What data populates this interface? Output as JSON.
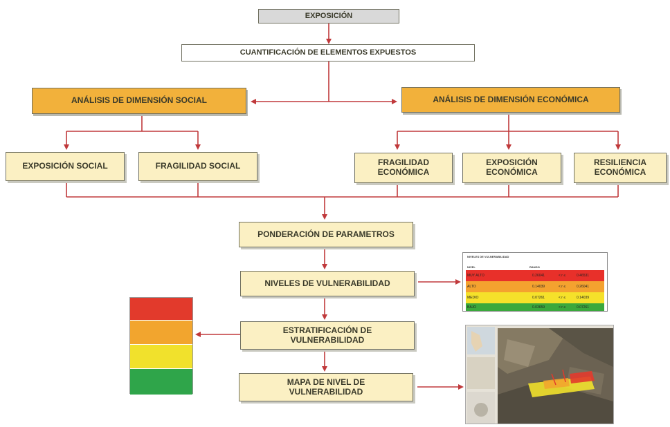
{
  "diagram": {
    "exposicion": "EXPOSICIÓN",
    "cuantificacion": "CUANTIFICACIÓN DE ELEMENTOS EXPUESTOS",
    "dim_social": "ANÁLISIS DE DIMENSIÓN SOCIAL",
    "dim_economica": "ANÁLISIS DE DIMENSIÓN ECONÓMICA",
    "exposicion_social": "EXPOSICIÓN SOCIAL",
    "fragilidad_social": "FRAGILIDAD SOCIAL",
    "fragilidad_economica": "FRAGILIDAD ECONÓMICA",
    "exposicion_economica": "EXPOSICIÓN ECONÓMICA",
    "resiliencia_economica": "RESILIENCIA ECONÓMICA",
    "ponderacion": "PONDERACIÓN DE PARAMETROS",
    "niveles": "NIVELES DE VULNERABILIDAD",
    "estratificacion": "ESTRATIFICACIÓN DE VULNERABILIDAD",
    "mapa": "MAPA DE NIVEL DE VULNERABILIDAD"
  },
  "vulnerability_table": {
    "caption": "NIVELES DE VULNERABILIDAD",
    "col_nivel": "NIVEL",
    "col_rango": "RANGO",
    "rows": [
      {
        "nivel": "MUY ALTO",
        "low": "0.26041",
        "high": "0.46531",
        "color": "#e8302a"
      },
      {
        "nivel": "ALTO",
        "low": "0.14039",
        "high": "0.26041",
        "color": "#f4a22f"
      },
      {
        "nivel": "MEDIO",
        "low": "0.07261",
        "high": "0.14039",
        "color": "#f5e12a"
      },
      {
        "nivel": "BAJO",
        "low": "0.03659",
        "high": "0.07261",
        "color": "#3aa83c"
      }
    ]
  },
  "stratification_colors": [
    "#e23a2c",
    "#f2a52e",
    "#f1e12c",
    "#2fa54a"
  ],
  "colors": {
    "arrow": "#c0393b",
    "orange_fill": "#f2b13b",
    "cream_fill": "#fbf0c3"
  }
}
